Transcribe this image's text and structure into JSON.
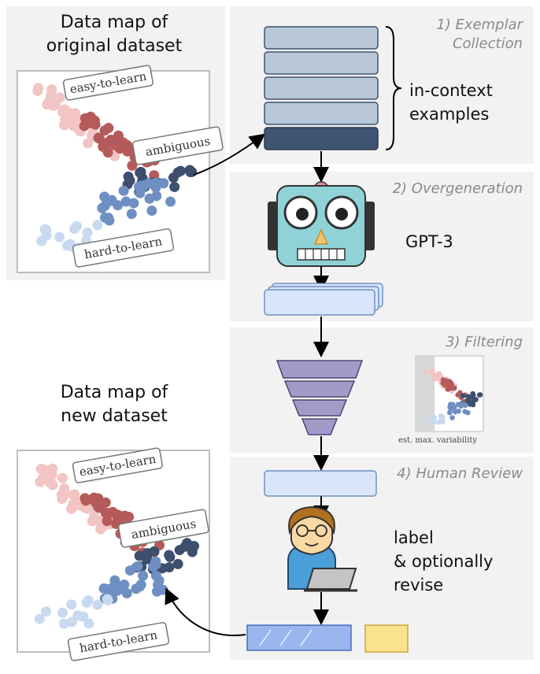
{
  "titles": {
    "original": [
      "Data map of",
      "original dataset"
    ],
    "new": [
      "Data map of",
      "new dataset"
    ]
  },
  "steps": {
    "exemplar": [
      "1) Exemplar",
      "Collection"
    ],
    "overgen": "2) Overgeneration",
    "filtering": "3) Filtering",
    "review": "4) Human Review"
  },
  "labels": {
    "incontext": [
      "in-context",
      "examples"
    ],
    "gpt3": "GPT-3",
    "review": [
      "label",
      "& optionally",
      "revise"
    ],
    "variability": "est. max. variability"
  },
  "map_labels": {
    "easy": "easy-to-learn",
    "ambiguous": "ambiguous",
    "hard": "hard-to-learn"
  },
  "colors": {
    "easy": "#f2c4c4",
    "ambiguous": "#b55a5a",
    "hard_to_learn": "#c9d9ef",
    "mid_blue": "#6f8fc2",
    "dark_blue": "#3e4f6e",
    "stack": "#b9c8d6",
    "stack_dark": "#3f5372",
    "robot": "#8fd3d8",
    "funnel": "#a49ac9",
    "card": "#d9e6fa",
    "yellow_note": "#fbe38e"
  },
  "icons": [
    "robot-icon",
    "funnel-icon",
    "person-laptop-icon",
    "arrow-icon"
  ]
}
